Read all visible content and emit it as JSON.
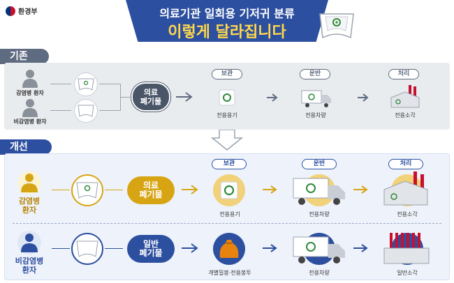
{
  "header": {
    "ministry": "환경부",
    "title_line1": "의료기관 일회용 기저귀 분류",
    "title_line2": "이렇게 달라집니다"
  },
  "sections": {
    "old": {
      "label": "기존",
      "patient_infected": "감염병 환자",
      "patient_noninfected": "비감염병 환자",
      "waste_type": [
        "의료",
        "폐기물"
      ],
      "stages": [
        "보관",
        "운반",
        "처리"
      ],
      "items": [
        "전용용기",
        "전용차량",
        "전용소각"
      ]
    },
    "new": {
      "label": "개선",
      "row1": {
        "patient": [
          "감염병",
          "환자"
        ],
        "waste_type": [
          "의료",
          "폐기물"
        ],
        "stages": [
          "보관",
          "운반",
          "처리"
        ],
        "items": [
          "전용용기",
          "전용차량",
          "전용소각"
        ]
      },
      "row2": {
        "patient": [
          "비감염병",
          "환자"
        ],
        "waste_type": [
          "일반",
          "폐기물"
        ],
        "items": [
          "개별밀봉·전용봉투",
          "전용차량",
          "일반소각"
        ]
      }
    }
  },
  "colors": {
    "navy": "#2d4fa0",
    "gold": "#d7a514",
    "grey": "#5f6b80",
    "yellow": "#ffd84a",
    "orange": "#e8830f"
  }
}
